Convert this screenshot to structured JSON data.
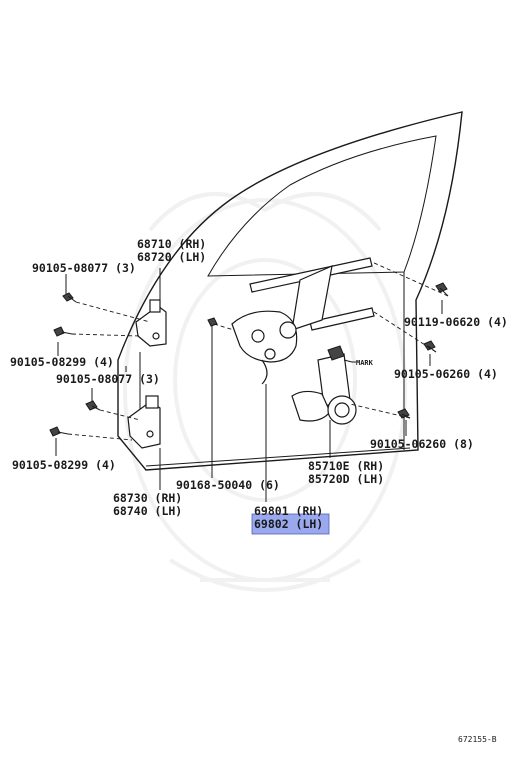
{
  "labels": {
    "hinge_upper_rh": "68710 (RH)",
    "hinge_upper_lh": "68720 (LH)",
    "bolt_90105_08077_top": "90105-08077 (3)",
    "bolt_90105_08299_top": "90105-08299 (4)",
    "bolt_90105_08077_mid": "90105-08077 (3)",
    "bolt_90105_08299_bot": "90105-08299 (4)",
    "hinge_lower_rh": "68730 (RH)",
    "hinge_lower_lh": "68740 (LH)",
    "bolt_90168": "90168-50040 (6)",
    "regulator_rh": "69801 (RH)",
    "regulator_lh": "69802 (LH)",
    "motor_rh": "85710E (RH)",
    "motor_lh": "85720D (LH)",
    "bolt_90119": "90119-06620 (4)",
    "bolt_90105_06260_4": "90105-06260 (4)",
    "bolt_90105_06260_8": "90105-06260 (8)",
    "mark": "MARK",
    "figure_id": "672155-B"
  },
  "colors": {
    "highlight": "#9aa8ee",
    "ink": "#1a1a1a"
  }
}
